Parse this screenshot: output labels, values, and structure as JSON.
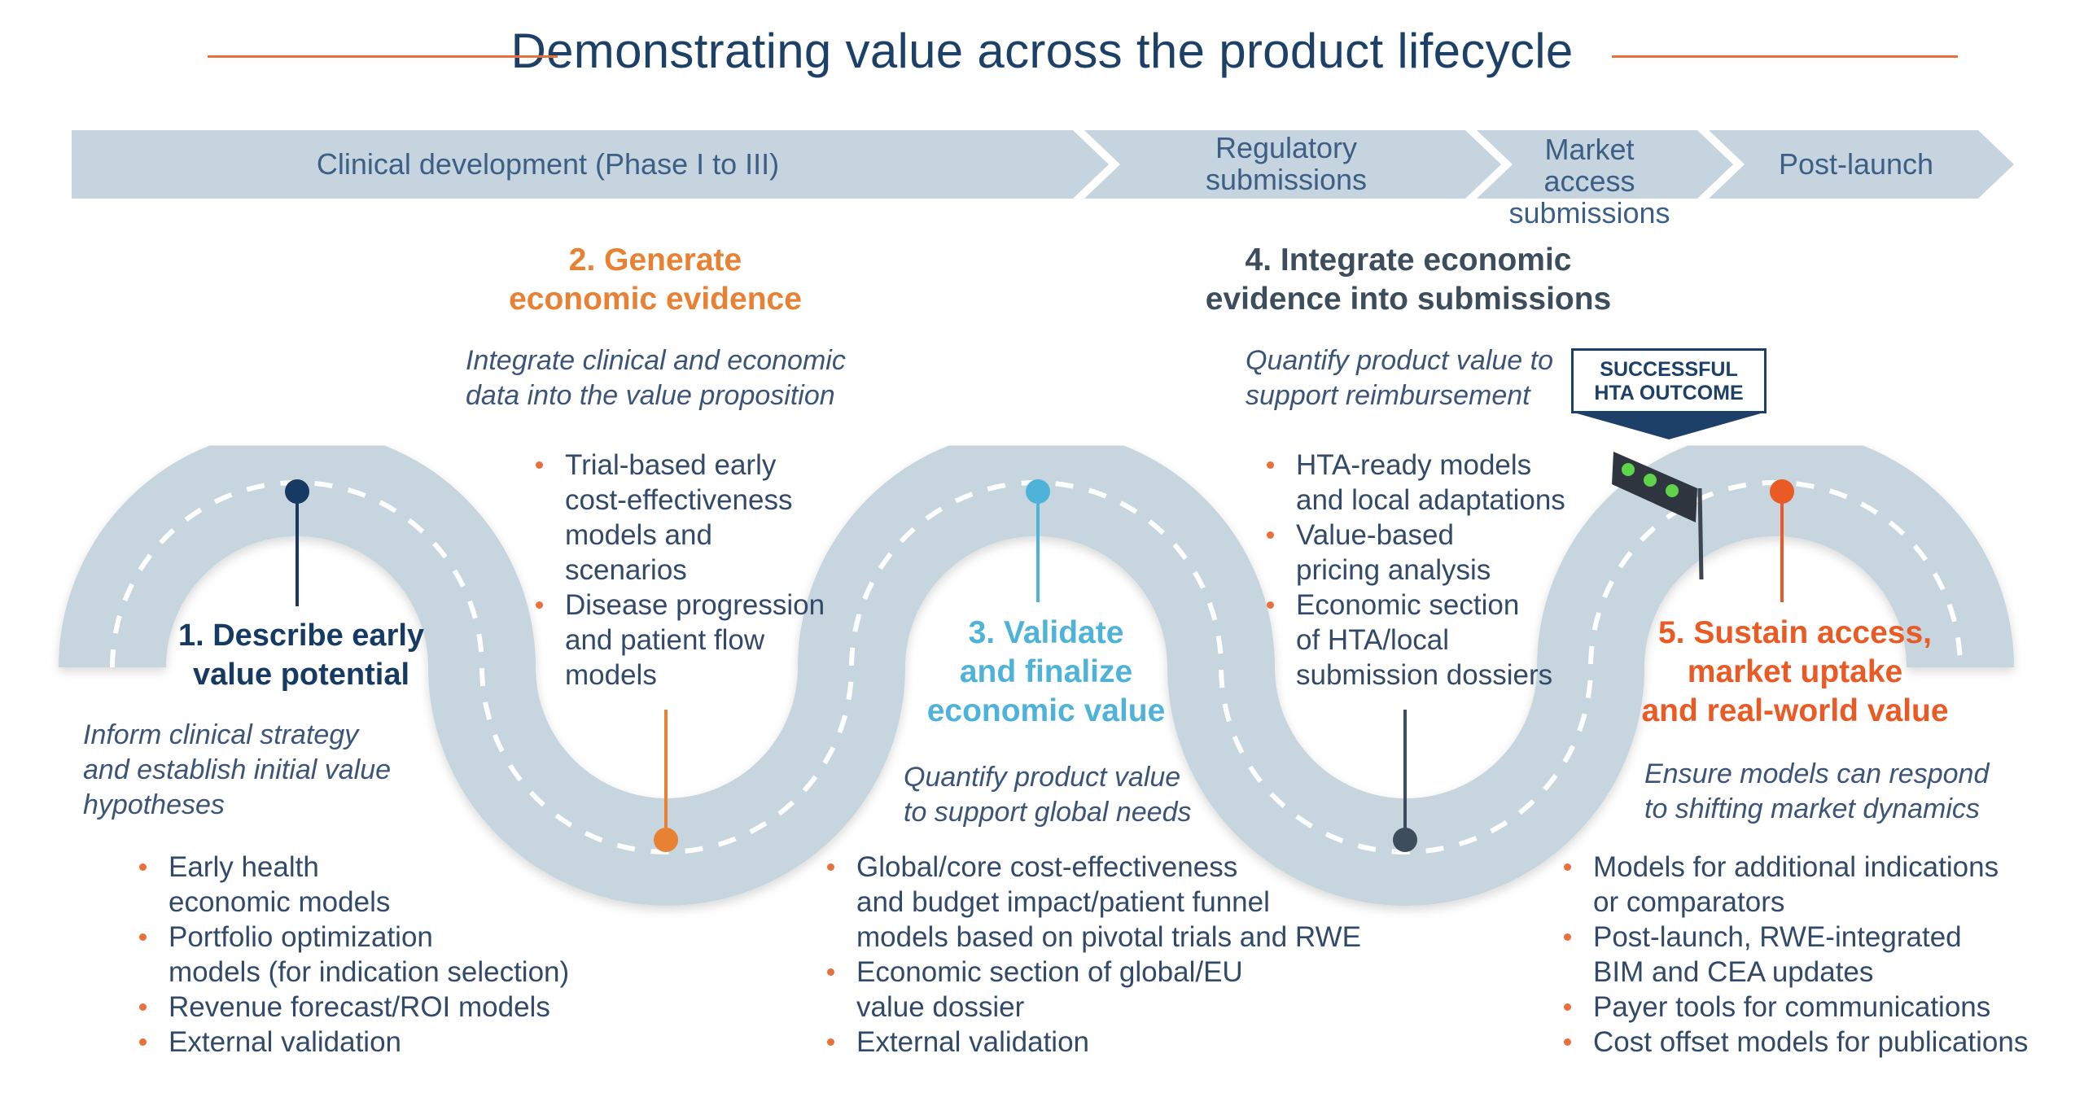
{
  "title": "Demonstrating value across the product lifecycle",
  "phases": [
    "Clinical development (Phase I to III)",
    "Regulatory submissions",
    "Market access submissions",
    "Post-launch"
  ],
  "steps": [
    {
      "number": "1.",
      "title": "1. Describe early value potential",
      "title_lines": [
        "1. Describe early",
        "value potential"
      ],
      "subtitle_lines": [
        "Inform clinical strategy",
        "and establish initial value",
        "hypotheses"
      ],
      "bullets": [
        [
          "Early health",
          "economic models"
        ],
        [
          "Portfolio optimization",
          "models (for indication selection)"
        ],
        [
          "Revenue forecast/ROI models"
        ],
        [
          "External validation"
        ]
      ],
      "color": "#163a63"
    },
    {
      "number": "2.",
      "title_lines": [
        "2. Generate",
        "economic evidence"
      ],
      "subtitle_lines": [
        "Integrate clinical and economic",
        "data into the value proposition"
      ],
      "bullets": [
        [
          "Trial-based early",
          "cost-effectiveness",
          "models and",
          "scenarios"
        ],
        [
          "Disease progression",
          "and patient flow",
          "models"
        ]
      ],
      "color": "#e88133"
    },
    {
      "number": "3.",
      "title_lines": [
        "3. Validate",
        "and finalize",
        "economic value"
      ],
      "subtitle_lines": [
        "Quantify product value",
        "to support global needs"
      ],
      "bullets": [
        [
          "Global/core cost-effectiveness",
          "and budget impact/patient funnel",
          "models based on pivotal trials and RWE"
        ],
        [
          "Economic section of global/EU",
          "value dossier"
        ],
        [
          "External validation"
        ]
      ],
      "color": "#4fb3d9"
    },
    {
      "number": "4.",
      "title_lines": [
        "4. Integrate economic",
        "evidence into submissions"
      ],
      "subtitle_lines": [
        "Quantify product value to",
        "support reimbursement"
      ],
      "bullets": [
        [
          "HTA-ready models",
          "and local adaptations"
        ],
        [
          "Value-based",
          "pricing analysis"
        ],
        [
          "Economic section",
          "of HTA/local",
          "submission dossiers"
        ]
      ],
      "color": "#3d4d5c"
    },
    {
      "number": "5.",
      "title_lines": [
        "5. Sustain access,",
        "market uptake",
        "and real-world value"
      ],
      "subtitle_lines": [
        "Ensure models can respond",
        "to shifting market dynamics"
      ],
      "bullets": [
        [
          "Models for additional indications",
          "or comparators"
        ],
        [
          "Post-launch, RWE-integrated",
          "BIM and CEA updates"
        ],
        [
          "Payer tools for communications"
        ],
        [
          "Cost offset models for publications"
        ]
      ],
      "color": "#e95a24"
    }
  ],
  "badge_lines": [
    "SUCCESSFUL",
    "HTA OUTCOME"
  ],
  "colors": {
    "accent": "#e8703a",
    "road": "#c7d5df",
    "phase_bar": "#c5d4de",
    "title": "#1d4068"
  },
  "icons": [
    "traffic-light-icon",
    "map-pin-icon"
  ]
}
